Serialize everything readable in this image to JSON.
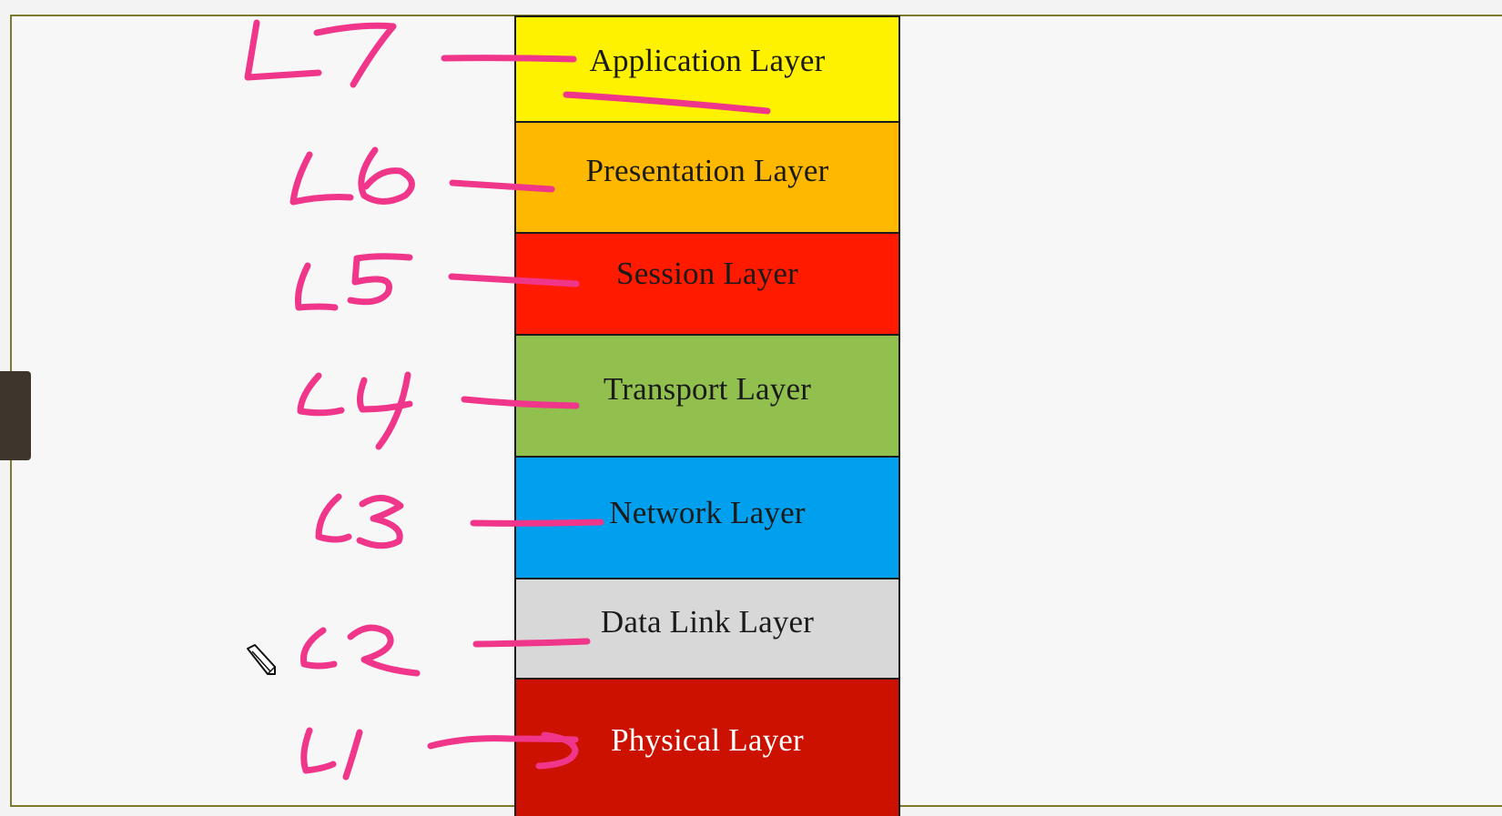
{
  "colors": {
    "application": "#fff200",
    "presentation": "#ffb800",
    "session": "#ff1a00",
    "transport": "#92c04f",
    "network": "#00a0ee",
    "datalink": "#d8d8d8",
    "physical": "#cc1100",
    "annotation_ink": "#f0368a"
  },
  "layers": [
    {
      "key": "application",
      "label": "Application Layer",
      "handwritten_tag": "L7"
    },
    {
      "key": "presentation",
      "label": "Presentation Layer",
      "handwritten_tag": "L6"
    },
    {
      "key": "session",
      "label": "Session Layer",
      "handwritten_tag": "L5"
    },
    {
      "key": "transport",
      "label": "Transport Layer",
      "handwritten_tag": "L4"
    },
    {
      "key": "network",
      "label": "Network Layer",
      "handwritten_tag": "L3"
    },
    {
      "key": "datalink",
      "label": "Data Link Layer",
      "handwritten_tag": "L2"
    },
    {
      "key": "physical",
      "label": "Physical Layer",
      "handwritten_tag": "L1"
    }
  ],
  "icons": {
    "cursor": "pencil-cursor-icon"
  }
}
